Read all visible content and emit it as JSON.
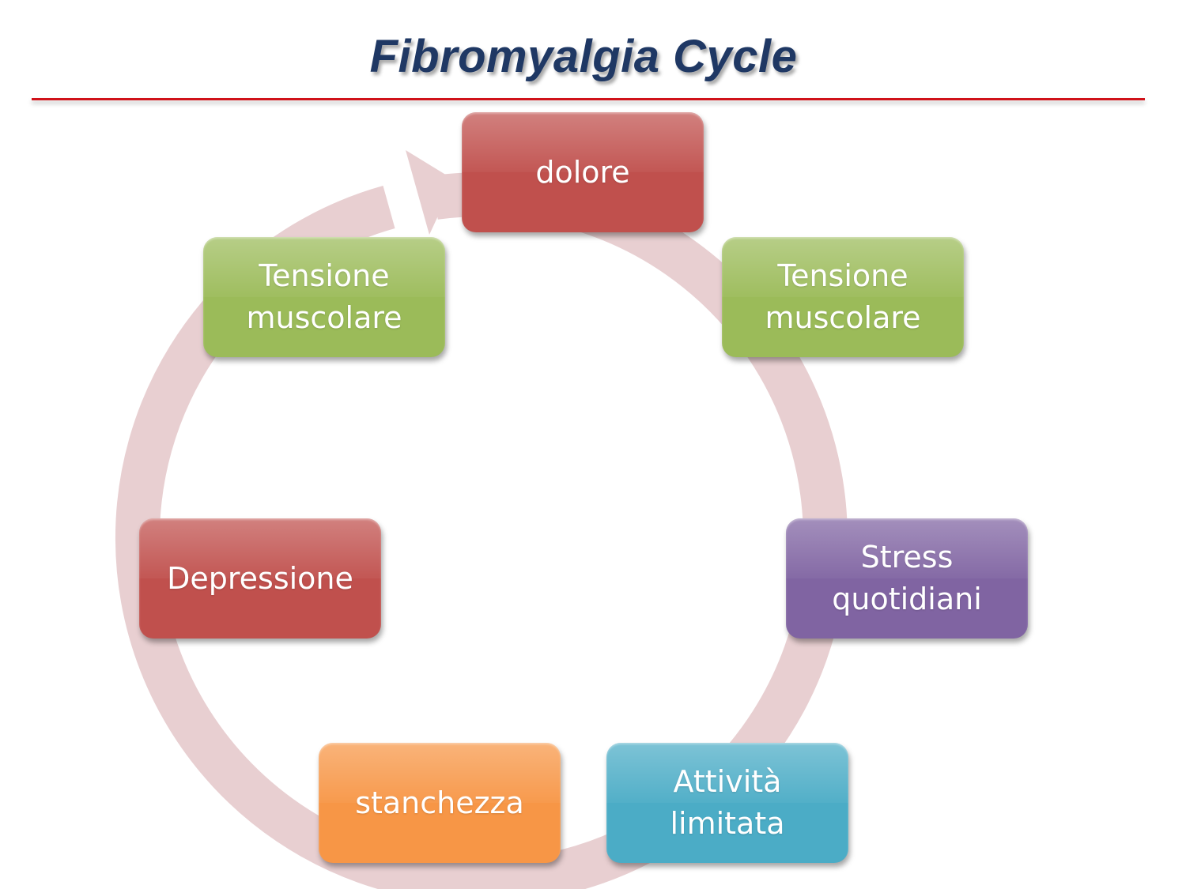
{
  "title": "Fibromyalgia Cycle",
  "colors": {
    "title": "#1f3864",
    "rule": "#d0121a",
    "ring": "#e8cfd1",
    "red": "#c0504d",
    "green": "#9bbb59",
    "purple": "#8064a2",
    "blue": "#4bacc6",
    "orange": "#f79646"
  },
  "cycle": {
    "nodes": [
      {
        "label": "dolore",
        "color": "red"
      },
      {
        "label": "Tensione\nmuscolare",
        "color": "green"
      },
      {
        "label": "Stress\nquotidiani",
        "color": "purple"
      },
      {
        "label": "Attività\nlimitata",
        "color": "blue"
      },
      {
        "label": "stanchezza",
        "color": "orange"
      },
      {
        "label": "Depressione",
        "color": "red"
      },
      {
        "label": "Tensione\nmuscolare",
        "color": "green"
      }
    ]
  }
}
